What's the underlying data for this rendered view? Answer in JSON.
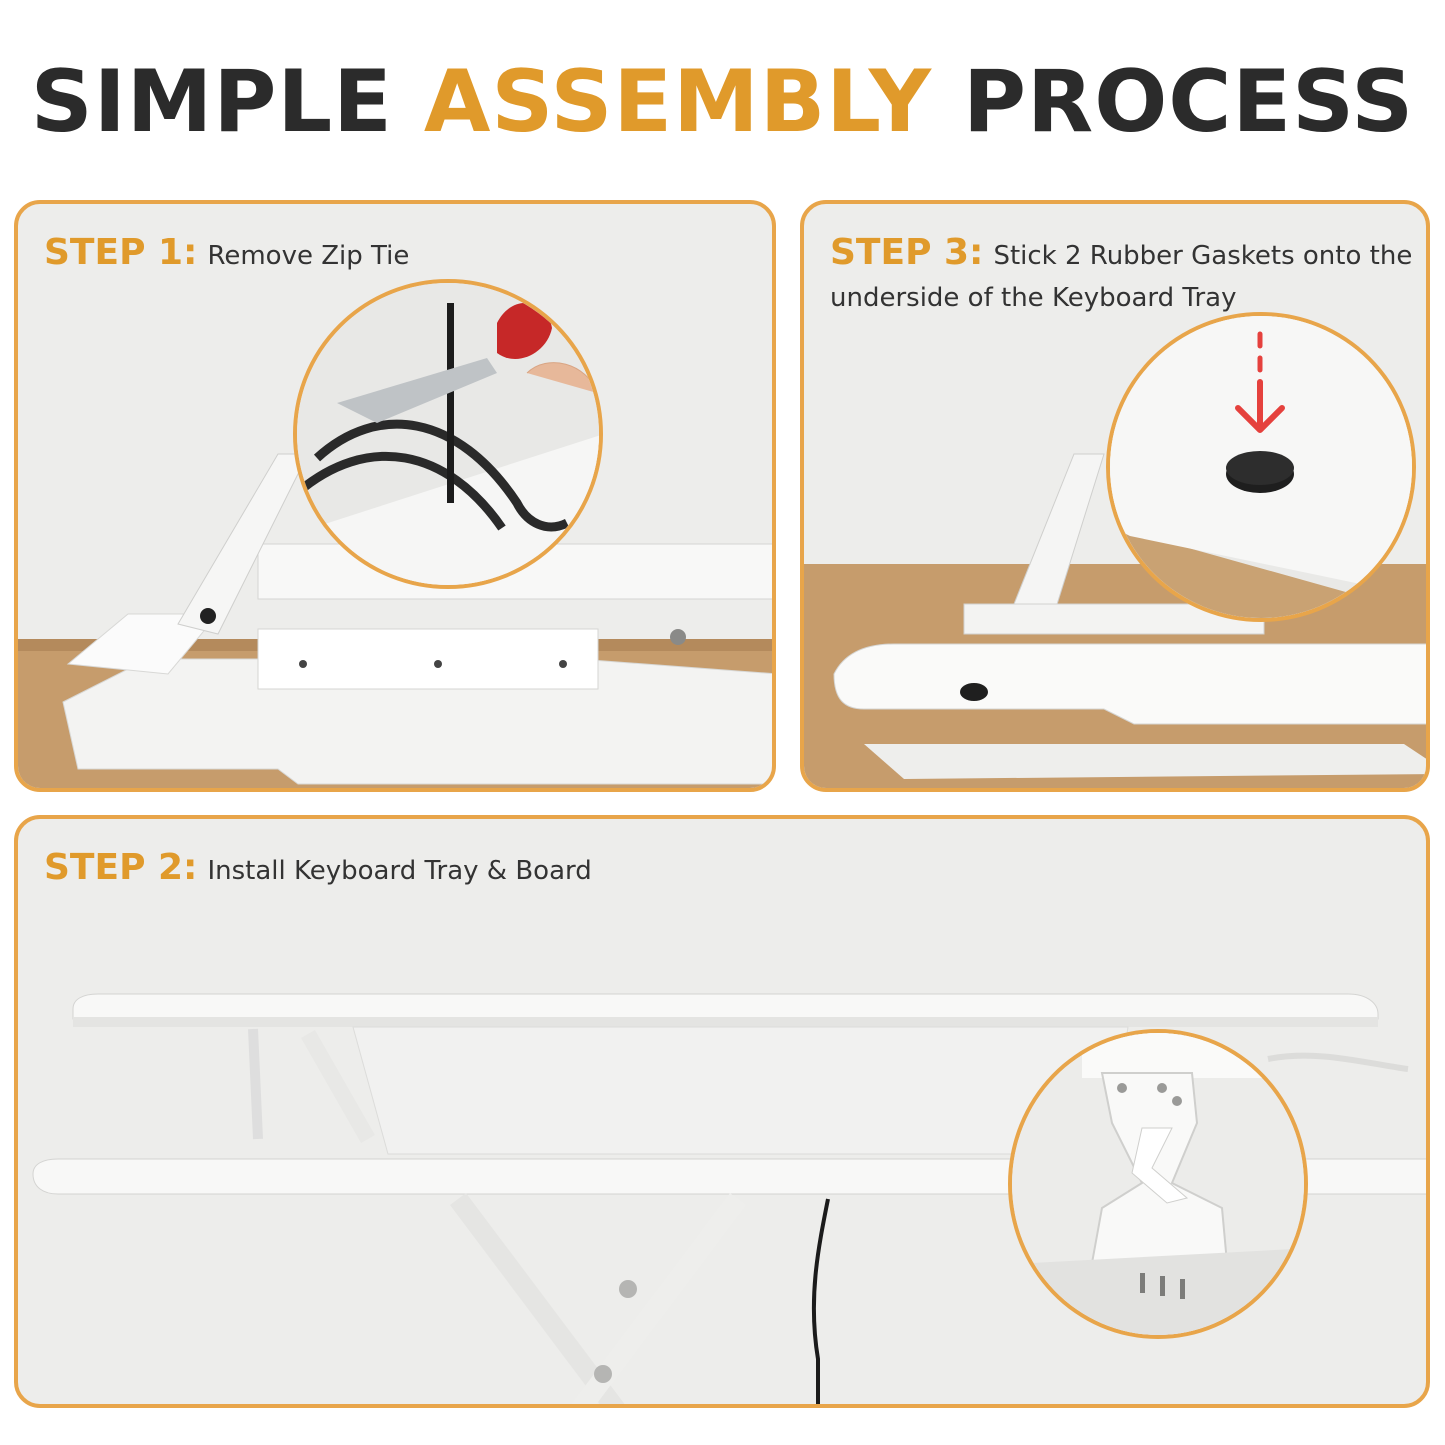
{
  "headline": {
    "part1": "SIMPLE",
    "part2": "ASSEMBLY",
    "part3": "PROCESS"
  },
  "steps": [
    {
      "label": "STEP 1:",
      "text": "Remove Zip Tie"
    },
    {
      "label": "STEP 3:",
      "text": "Stick 2 Rubber Gaskets onto the underside of the Keyboard Tray"
    },
    {
      "label": "STEP 2:",
      "text": "Install Keyboard Tray & Board"
    }
  ],
  "colors": {
    "accent": "#e09a2b",
    "border": "#e8a54a",
    "text": "#2b2b2b",
    "arrow": "#e5413d"
  }
}
